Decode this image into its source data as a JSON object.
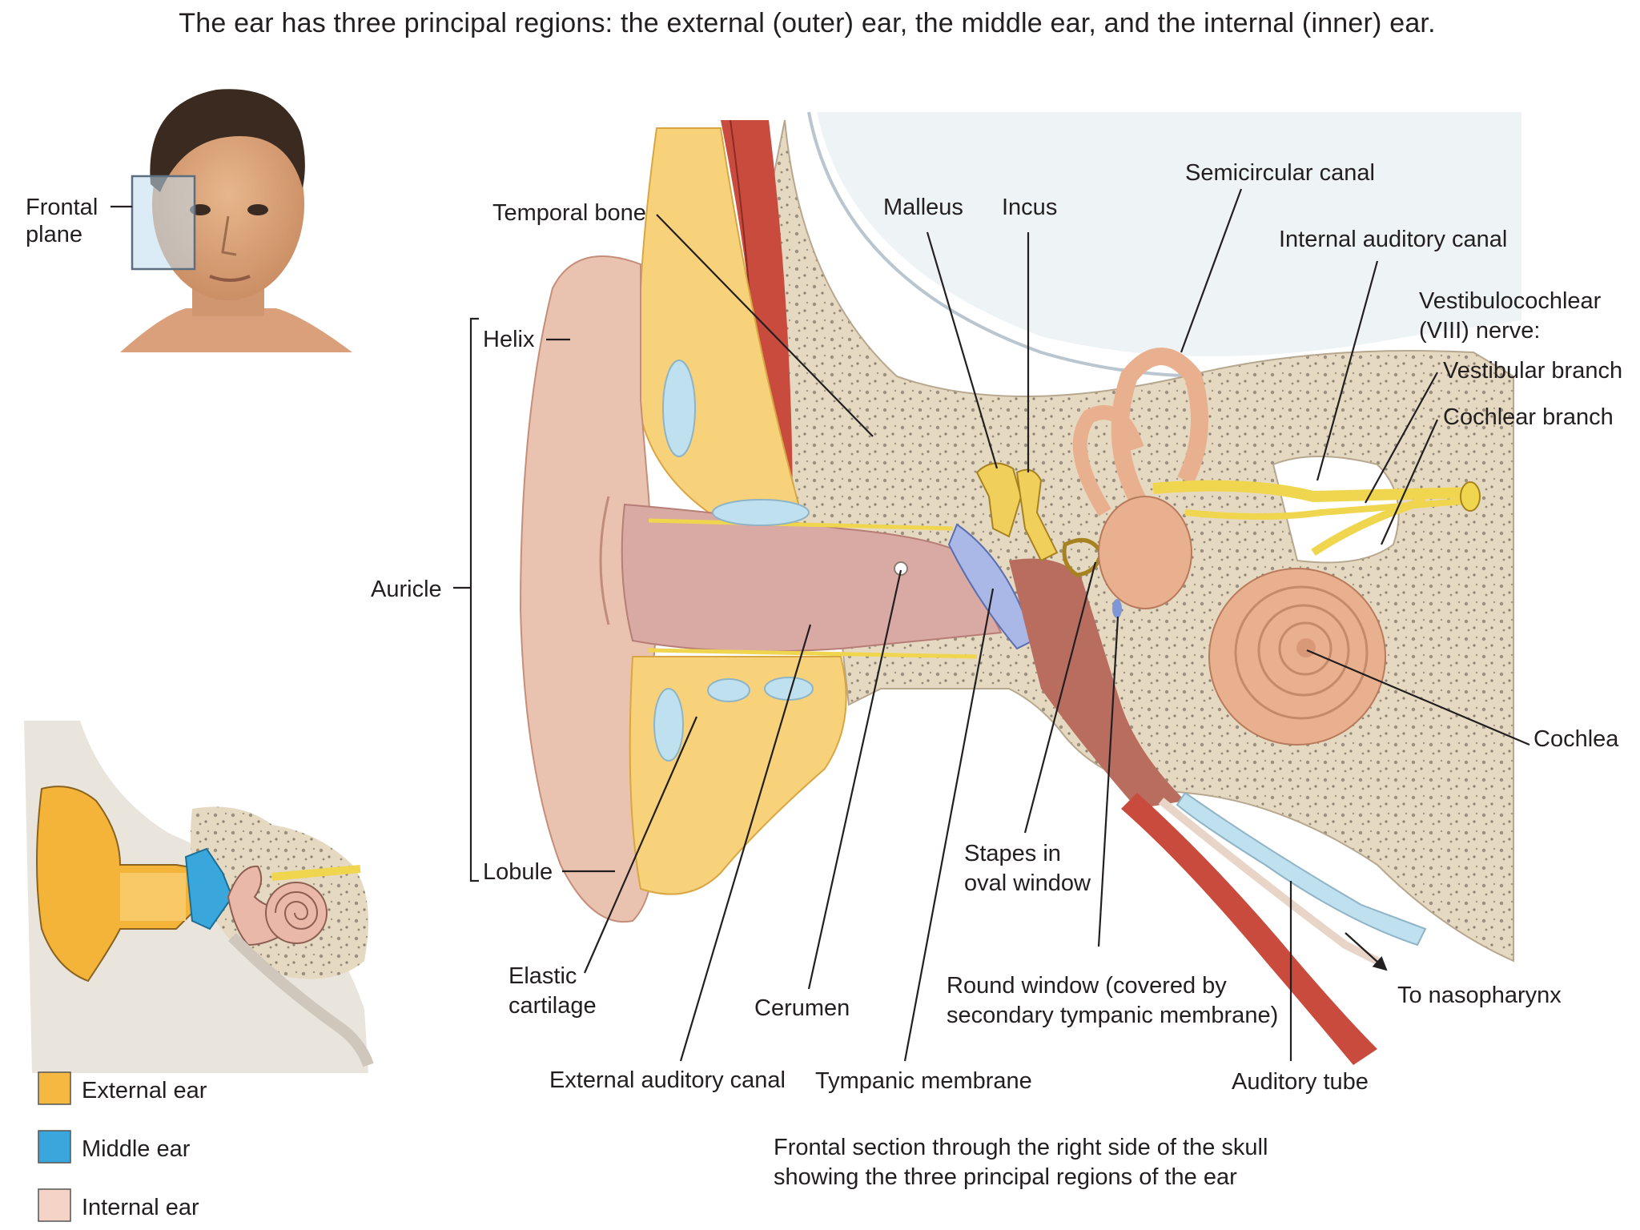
{
  "heading": "The ear has three principal regions: the external (outer) ear, the middle ear, and the internal (inner) ear.",
  "inset": {
    "frontal_plane": [
      "Frontal",
      "plane"
    ]
  },
  "labels": {
    "temporal_bone": "Temporal bone",
    "malleus": "Malleus",
    "incus": "Incus",
    "semicircular_canal": "Semicircular canal",
    "internal_auditory_canal": "Internal auditory canal",
    "vestibulocochlear_nerve": [
      "Vestibulocochlear",
      "(VIII) nerve:"
    ],
    "vestibular_branch": "Vestibular branch",
    "cochlear_branch": "Cochlear branch",
    "helix": "Helix",
    "auricle": "Auricle",
    "lobule": "Lobule",
    "cochlea": "Cochlea",
    "stapes": [
      "Stapes in",
      "oval window"
    ],
    "elastic_cartilage": [
      "Elastic",
      "cartilage"
    ],
    "cerumen": "Cerumen",
    "round_window": [
      "Round window (covered by",
      "secondary tympanic membrane)"
    ],
    "to_nasopharynx": "To nasopharynx",
    "external_auditory_canal": "External auditory canal",
    "tympanic_membrane": "Tympanic membrane",
    "auditory_tube": "Auditory tube"
  },
  "caption": [
    "Frontal section through the right side of the skull",
    "showing the three principal regions of the ear"
  ],
  "legend": [
    {
      "label": "External ear",
      "color": "#f5b942"
    },
    {
      "label": "Middle ear",
      "color": "#3aa7dc"
    },
    {
      "label": "Internal ear",
      "color": "#f5d3c6"
    }
  ],
  "colors": {
    "bone": "#e8dcc6",
    "cartilage": "#f7d27a",
    "skin": "#eac3b0",
    "canal": "#d9a9a3",
    "muscle": "#c84b3e",
    "nerve": "#f0d64f",
    "cochlea": "#e9b08f",
    "tympanic": "#a9b8e6"
  }
}
